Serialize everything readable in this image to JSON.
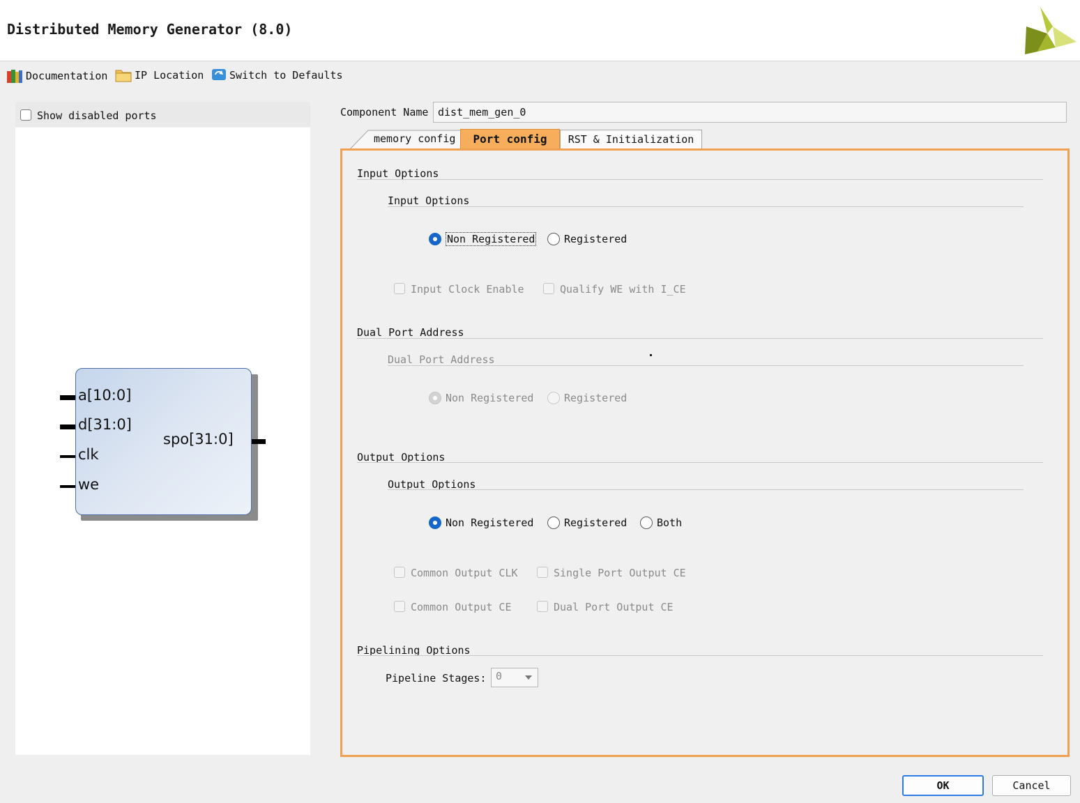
{
  "window": {
    "title": "Distributed Memory Generator (8.0)"
  },
  "toolbar": {
    "documentation": "Documentation",
    "ip_location": "IP Location",
    "switch_defaults": "Switch to Defaults"
  },
  "left_panel": {
    "show_disabled_ports": "Show disabled ports",
    "symbol": {
      "inputs": [
        "a[10:0]",
        "d[31:0]",
        "clk",
        "we"
      ],
      "output": "spo[31:0]"
    }
  },
  "component": {
    "label": "Component Name",
    "value": "dist_mem_gen_0"
  },
  "tabs": [
    {
      "label": "memory config",
      "active": false
    },
    {
      "label": "Port config",
      "active": true
    },
    {
      "label": "RST & Initialization",
      "active": false
    }
  ],
  "port_config": {
    "input_options": {
      "section": "Input Options",
      "group": "Input Options",
      "radios": [
        "Non Registered",
        "Registered"
      ],
      "selected": "Non Registered",
      "checkboxes": [
        "Input Clock Enable",
        "Qualify WE with I_CE"
      ]
    },
    "dual_port_address": {
      "section": "Dual Port Address",
      "group": "Dual Port Address",
      "radios": [
        "Non Registered",
        "Registered"
      ],
      "selected": "Non Registered",
      "enabled": false
    },
    "output_options": {
      "section": "Output Options",
      "group": "Output Options",
      "radios": [
        "Non Registered",
        "Registered",
        "Both"
      ],
      "selected": "Non Registered",
      "checkboxes": [
        "Common Output CLK",
        "Single Port Output CE",
        "Common Output CE",
        "Dual Port Output CE"
      ]
    },
    "pipelining_options": {
      "section": "Pipelining Options",
      "pipeline_stages_label": "Pipeline Stages:",
      "pipeline_stages_value": "0"
    }
  },
  "buttons": {
    "ok": "OK",
    "cancel": "Cancel"
  },
  "colors": {
    "active_tab": "#f6ad5c",
    "content_border": "#f0a050",
    "radio_selected": "#1667c9",
    "symbol_fill": "#c5d6ec"
  }
}
